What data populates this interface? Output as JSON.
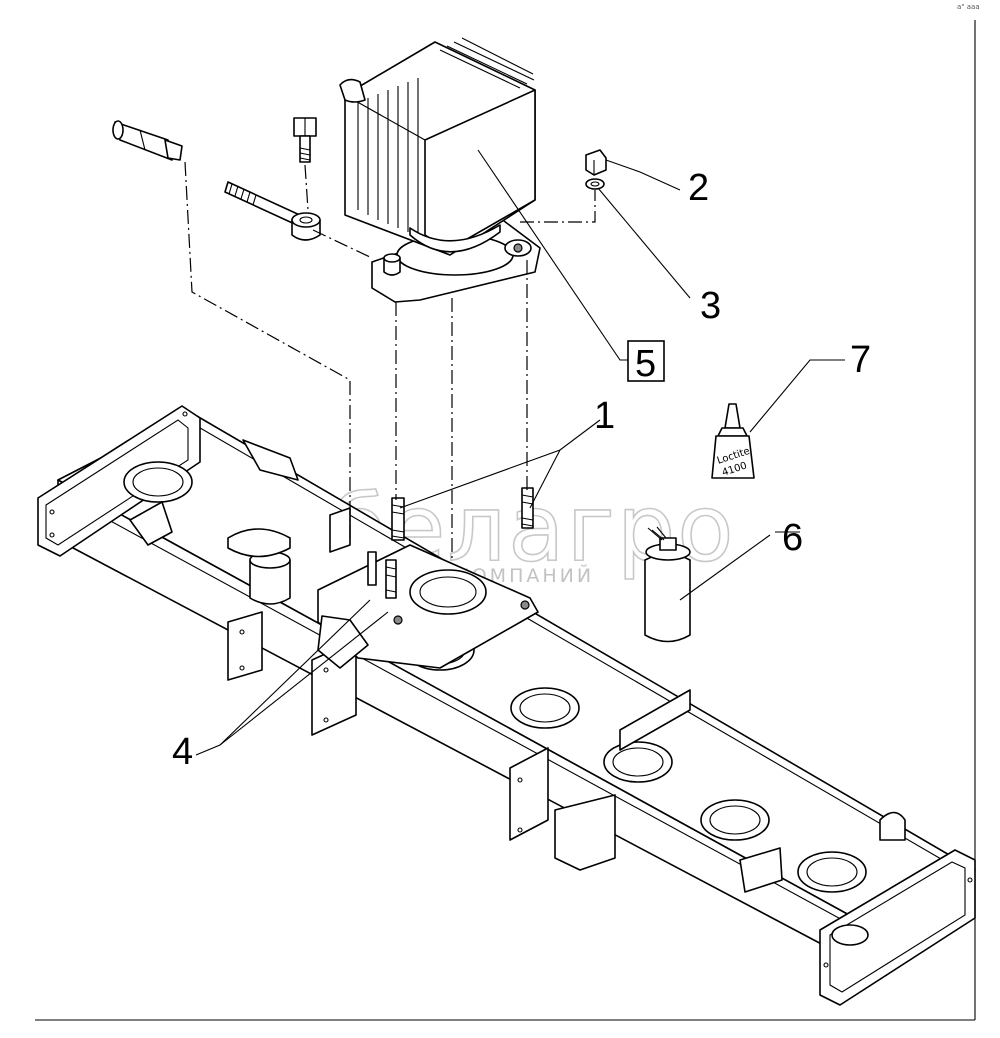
{
  "callouts": {
    "c1": "1",
    "c2": "2",
    "c3": "3",
    "c4": "4",
    "c5": "5",
    "c6": "6",
    "c7": "7"
  },
  "watermark": {
    "brand": "белагро",
    "subtitle": "ГРУППА КОМПАНИЙ"
  },
  "bottle_label": {
    "line1": "Loctite",
    "line2": "4100"
  },
  "corner_mark": "a\" aaa"
}
